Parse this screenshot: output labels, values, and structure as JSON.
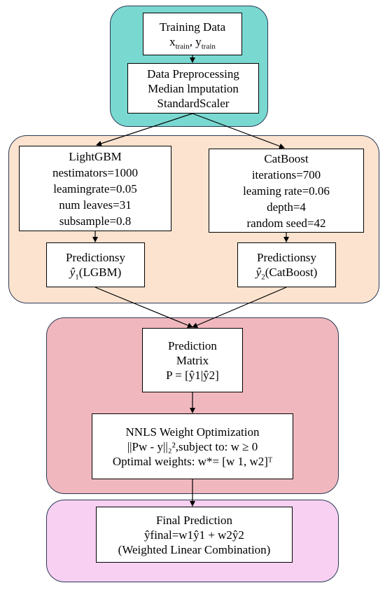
{
  "training": {
    "title": "Training Data",
    "var1": "x",
    "sub1": "train",
    "sep": ", ",
    "var2": "y",
    "sub2": "train"
  },
  "preprocessing": {
    "line1": "Data Preprocessing",
    "line2": "Median lmputation",
    "line3": "StandardScaler"
  },
  "lightgbm": {
    "title": "LightGBM",
    "p1": "nestimators=1000",
    "p2": "leamingrate=0.05",
    "p3": "num leaves=31",
    "p4": "subsample=0.8"
  },
  "catboost": {
    "title": "CatBoost",
    "p1": "iterations=700",
    "p2": "leaming rate=0.06",
    "p3": "depth=4",
    "p4": "random seed=42"
  },
  "pred_lgbm": {
    "title": "Predictionsy",
    "yhat": "ŷ",
    "sub": "1",
    "model": "(LGBM)"
  },
  "pred_cat": {
    "title": "Predictionsy",
    "yhat": "ŷ",
    "sub": "2",
    "model": "(CatBoost)"
  },
  "matrix": {
    "line1": "Prediction",
    "line2": "Matrix",
    "line3": "P = [ŷ1|ŷ2]"
  },
  "nnls": {
    "line1": "NNLS Weight Optimization",
    "line2": "||Pw - y||₂²,subject to: w ≥ 0",
    "line3": "Optimal weights: w*= [w 1, w2]ᵀ"
  },
  "final": {
    "line1": "Final Prediction",
    "line2": "ŷfinal=w1ŷ1 + w2ŷ2",
    "line3": "(Weighted Linear Combination)"
  }
}
